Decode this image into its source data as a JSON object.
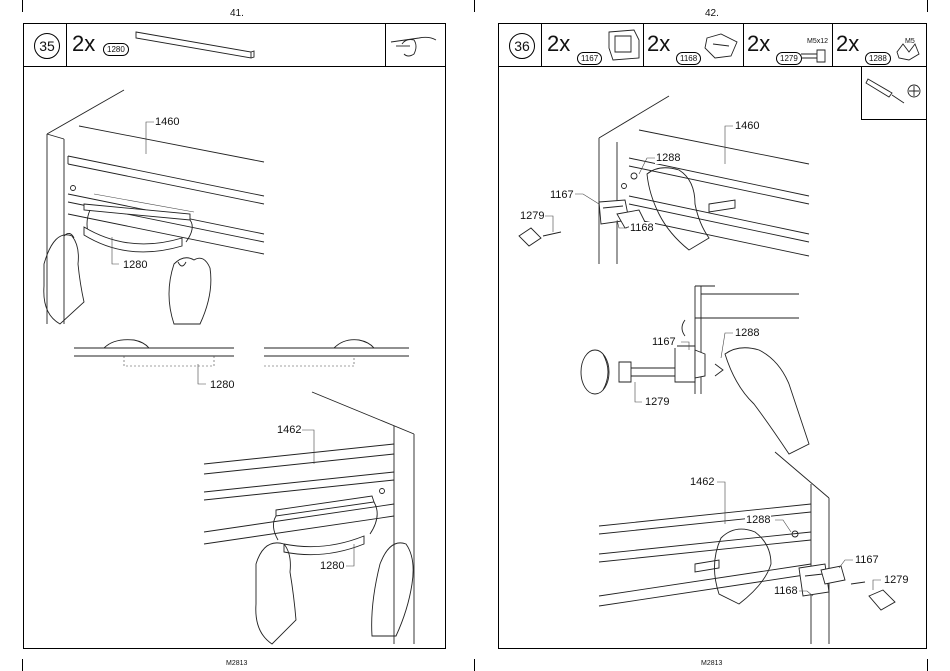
{
  "left_page": {
    "page_number": "41.",
    "step": "35",
    "qty": "2x",
    "part": "1280",
    "footer": "M2813",
    "labels": {
      "rail_top": "1460",
      "strip_top": "1280",
      "strip_middle": "1280",
      "rail_bottom": "1462",
      "strip_bottom": "1280"
    }
  },
  "right_page": {
    "page_number": "42.",
    "step": "36",
    "parts": [
      {
        "qty": "2x",
        "part": "1167",
        "note": ""
      },
      {
        "qty": "2x",
        "part": "1168",
        "note": ""
      },
      {
        "qty": "2x",
        "part": "1279",
        "note": "M5x12"
      },
      {
        "qty": "2x",
        "part": "1288",
        "note": "M5"
      }
    ],
    "footer": "M2813",
    "labels": {
      "top_rail": "1460",
      "top_nut": "1288",
      "top_bracket": "1167",
      "top_screw": "1279",
      "top_clip": "1168",
      "mid_bracket": "1167",
      "mid_nut": "1288",
      "mid_screw": "1279",
      "bot_rail": "1462",
      "bot_nut": "1288",
      "bot_bracket": "1167",
      "bot_screw": "1279",
      "bot_clip": "1168"
    }
  }
}
